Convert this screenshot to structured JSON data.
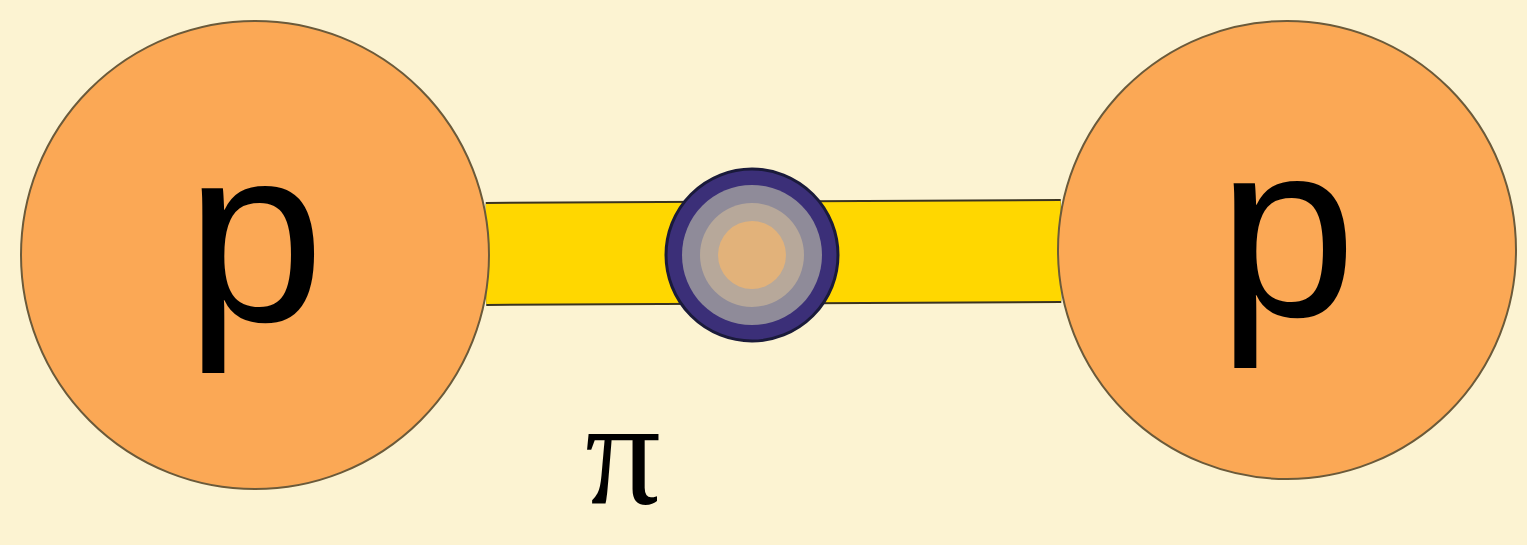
{
  "diagram": {
    "nodes": [
      {
        "text": [
          "p"
        ]
      },
      {
        "text": [
          "p"
        ]
      }
    ],
    "edges": [
      {
        "from": 0,
        "to": 1,
        "arrow": "none"
      }
    ],
    "labels": [
      "π"
    ]
  }
}
